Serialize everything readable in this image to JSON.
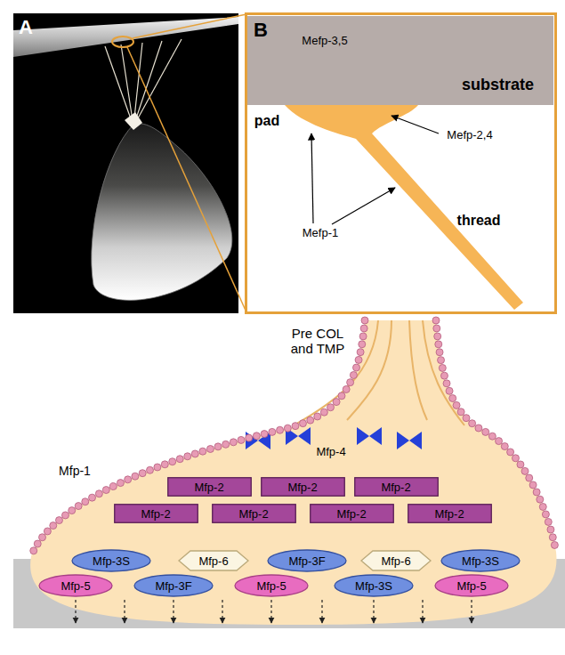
{
  "diagram": {
    "nodes": [
      {
        "text": [
          "substrate"
        ]
      },
      {
        "text": [
          "Mfp-2"
        ]
      },
      {
        "text": [
          "Mfp-2"
        ]
      },
      {
        "text": [
          "Mfp-2"
        ]
      },
      {
        "text": [
          "Mfp-2"
        ]
      },
      {
        "text": [
          "Mfp-2"
        ]
      },
      {
        "text": [
          "Mfp-2"
        ]
      },
      {
        "text": [
          "Mfp-2"
        ]
      },
      {
        "text": [
          "Mfp-3S"
        ]
      },
      {
        "text": [
          "Mfp-6"
        ]
      },
      {
        "text": [
          "Mfp-3F"
        ]
      },
      {
        "text": [
          "Mfp-6"
        ]
      },
      {
        "text": [
          "Mfp-3S"
        ]
      },
      {
        "text": [
          "Mfp-5"
        ]
      },
      {
        "text": [
          "Mfp-3F"
        ]
      },
      {
        "text": [
          "Mfp-5"
        ]
      },
      {
        "text": [
          "Mfp-3S"
        ]
      },
      {
        "text": [
          "Mfp-5"
        ]
      }
    ],
    "labels": [
      "A",
      "B",
      "Mefp-3,5",
      "pad",
      "Mefp-2,4",
      "Mefp-1",
      "thread",
      "Pre COL and TMP",
      "Mfp-1",
      "Mfp-4"
    ]
  }
}
